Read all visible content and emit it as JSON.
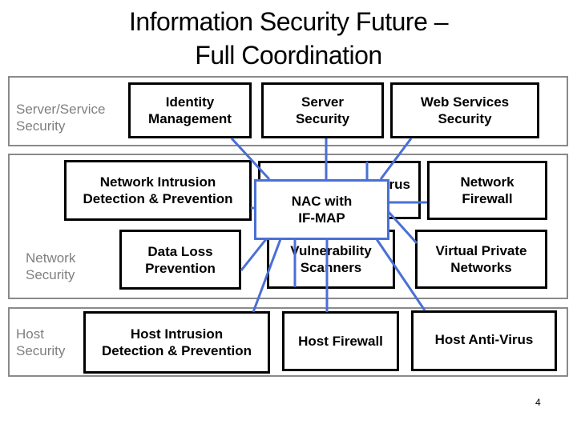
{
  "slide": {
    "title_line1": "Information Security Future –",
    "title_line2": "Full Coordination",
    "page_number": "4"
  },
  "bands": {
    "server": {
      "label_line1": "Server/Service",
      "label_line2": "Security"
    },
    "network": {
      "label_line1": "Network",
      "label_line2": "Security"
    },
    "host": {
      "label_line1": "Host",
      "label_line2": "Security"
    }
  },
  "boxes": {
    "identity_management": {
      "line1": "Identity",
      "line2": "Management"
    },
    "server_security": {
      "line1": "Server",
      "line2": "Security"
    },
    "web_services_security": {
      "line1": "Web Services",
      "line2": "Security"
    },
    "network_ids": {
      "line1": "Network Intrusion",
      "line2": "Detection & Prevention"
    },
    "network_antivirus_visible": "rus",
    "network_firewall": {
      "line1": "Network",
      "line2": "Firewall"
    },
    "data_loss_prevention": {
      "line1": "Data Loss",
      "line2": "Prevention"
    },
    "vulnerability_scanners": {
      "line1": "Vulnerability",
      "line2": "Scanners"
    },
    "vpn": {
      "line1": "Virtual Private",
      "line2": "Networks"
    },
    "host_ids": {
      "line1": "Host Intrusion",
      "line2": "Detection & Prevention"
    },
    "host_firewall": {
      "line1": "Host Firewall"
    },
    "host_antivirus": {
      "line1": "Host Anti-Virus"
    },
    "nac": {
      "line1": "NAC with",
      "line2": "IF-MAP"
    }
  },
  "colors": {
    "connector": "#4a6fd6",
    "band_border": "#8a8a8a",
    "band_label": "#7f7f7f"
  }
}
